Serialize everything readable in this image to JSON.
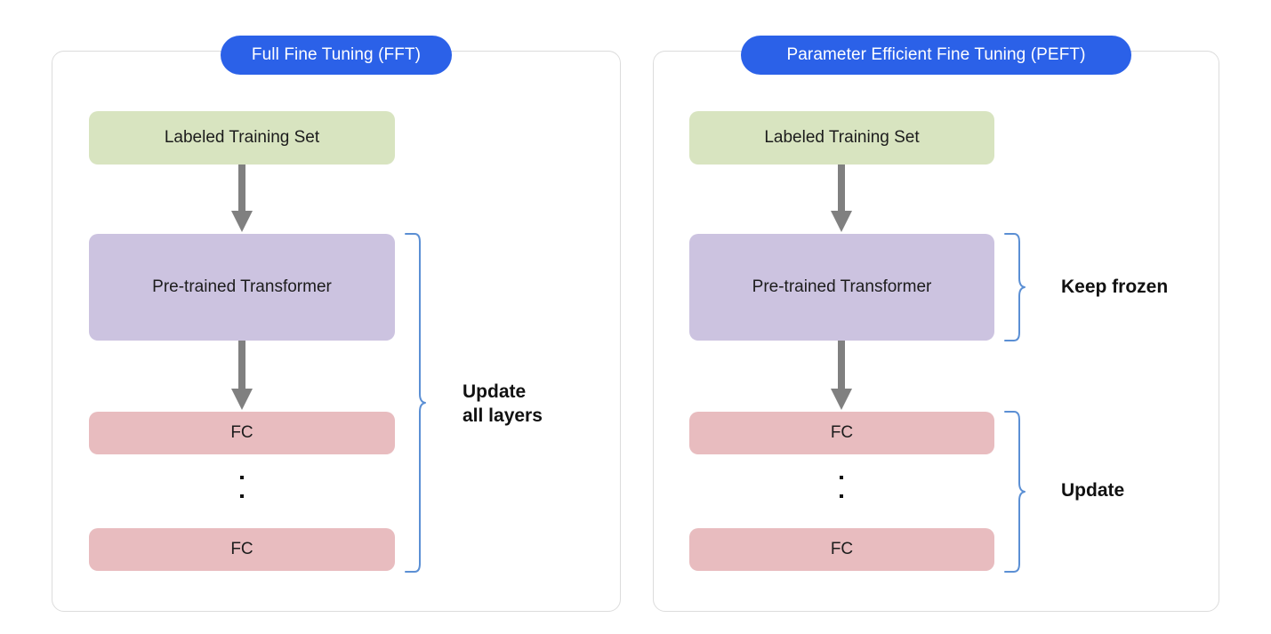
{
  "diagram": {
    "title_colors": {
      "pill_bg": "#2b61e8",
      "pill_text": "#ffffff",
      "box_green": "#d8e4c0",
      "box_purple": "#ccc3e0",
      "box_pink": "#e8bcbf",
      "arrow_gray": "#808080",
      "brace_blue": "#5b8fd4",
      "panel_border": "#dcdcdc",
      "text": "#1c1c1c"
    },
    "panels": [
      {
        "id": "fft",
        "title": "Full Fine Tuning (FFT)",
        "boxes": [
          {
            "label": "Labeled Training Set",
            "kind": "green"
          },
          {
            "label": "Pre-trained Transformer",
            "kind": "purple"
          },
          {
            "label": "FC",
            "kind": "pink"
          },
          {
            "label": "FC",
            "kind": "pink"
          }
        ],
        "ellipsis": "..",
        "annotations": [
          {
            "label": "Update\nall layers",
            "spans": "Pre-trained Transformer through last FC"
          }
        ]
      },
      {
        "id": "peft",
        "title": "Parameter Efficient Fine Tuning (PEFT)",
        "boxes": [
          {
            "label": "Labeled Training Set",
            "kind": "green"
          },
          {
            "label": "Pre-trained Transformer",
            "kind": "purple"
          },
          {
            "label": "FC",
            "kind": "pink"
          },
          {
            "label": "FC",
            "kind": "pink"
          }
        ],
        "ellipsis": "..",
        "annotations": [
          {
            "label": "Keep frozen",
            "spans": "Pre-trained Transformer"
          },
          {
            "label": "Update",
            "spans": "FC layers"
          }
        ]
      }
    ],
    "arrows": [
      {
        "from": "Labeled Training Set",
        "to": "Pre-trained Transformer",
        "panel": "fft"
      },
      {
        "from": "Pre-trained Transformer",
        "to": "FC",
        "panel": "fft"
      },
      {
        "from": "Labeled Training Set",
        "to": "Pre-trained Transformer",
        "panel": "peft"
      },
      {
        "from": "Pre-trained Transformer",
        "to": "FC",
        "panel": "peft"
      }
    ]
  }
}
